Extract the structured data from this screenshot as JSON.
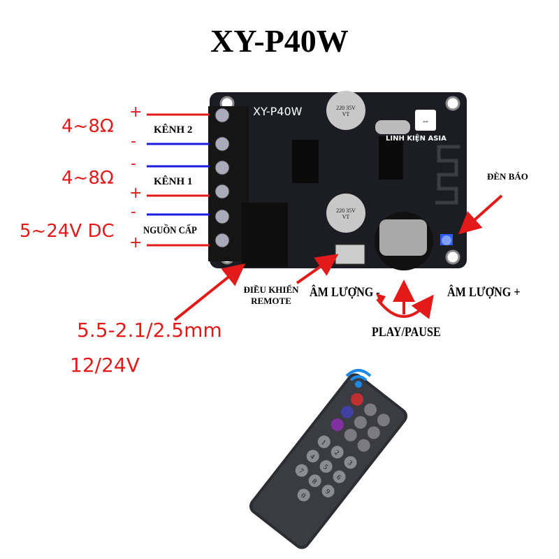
{
  "title": "XY-P40W",
  "board": {
    "silkscreen_model": "XY-P40W",
    "brand": "LINH KIỆN ASIA",
    "capacitor_top": "220 35V VT",
    "capacitor_bottom": "220 35V VT"
  },
  "terminals": [
    {
      "label": "KÊNH 2",
      "impedance": "4~8Ω",
      "signs": [
        "+",
        "-"
      ]
    },
    {
      "label": "KÊNH 1",
      "impedance": "4~8Ω",
      "signs": [
        "-",
        "+"
      ]
    },
    {
      "label": "NGUỒN CẤP",
      "spec": "5~24V DC",
      "signs": [
        "-",
        "+"
      ]
    }
  ],
  "callouts": {
    "indicator": "ĐÈN BÁO",
    "remote_line1": "ĐIỀU KHIỂN",
    "remote_line2": "REMOTE",
    "volume_down": "ÂM LƯỢNG -",
    "volume_up": "ÂM LƯỢNG +",
    "play_pause": "PLAY/PAUSE",
    "jack_size": "5.5-2.1/2.5mm",
    "jack_voltage": "12/24V"
  },
  "remote": {
    "keys": [
      "1",
      "2",
      "3",
      "4",
      "5",
      "6",
      "7",
      "8",
      "9",
      "0"
    ]
  },
  "colors": {
    "positive": "#e21a1a",
    "negative": "#1a1ae2",
    "board": "#1b1d22",
    "accent": "#e21a1a"
  }
}
